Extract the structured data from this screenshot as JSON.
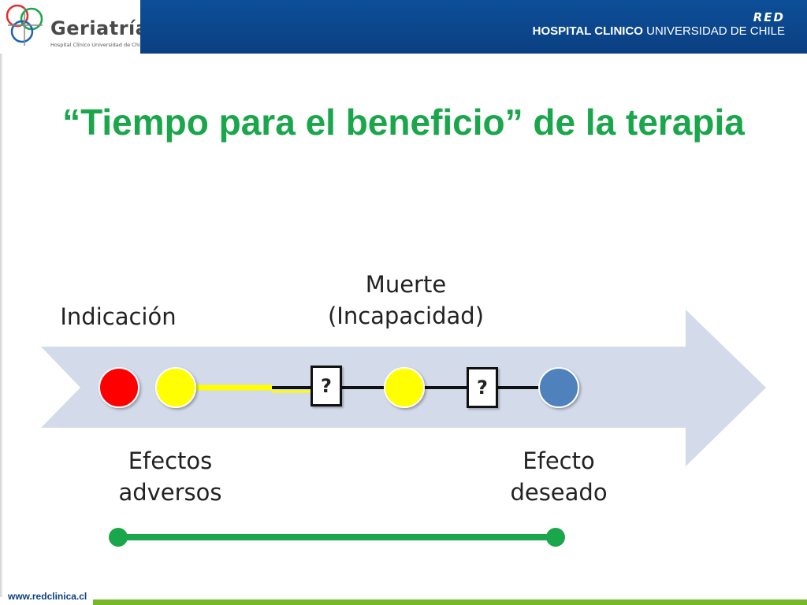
{
  "header": {
    "logo_name": "Geriatría",
    "logo_subtitle": "Hospital Clínico Universidad de Chile",
    "network_label": "RED",
    "hospital_bold": "HOSPITAL CLINICO",
    "hospital_rest": " UNIVERSIDAD DE CHILE"
  },
  "title": "“Tiempo para el beneficio” de la terapia",
  "diagram": {
    "labels": {
      "indicacion": "Indicación",
      "muerte_line1": "Muerte",
      "muerte_line2": "(Incapacidad)",
      "efectos_line1": "Efectos",
      "efectos_line2": "adversos",
      "efecto_line1": "Efecto",
      "efecto_line2": "deseado"
    },
    "question_marks": [
      "?",
      "?"
    ],
    "colors": {
      "arrow": "#d3daea",
      "red_node": "#ff0000",
      "yellow_node": "#ffff00",
      "blue_node": "#4f81bd",
      "green_bar": "#1aa64a",
      "title": "#1aa64a"
    }
  },
  "footer": {
    "url": "www.redclinica.cl"
  }
}
